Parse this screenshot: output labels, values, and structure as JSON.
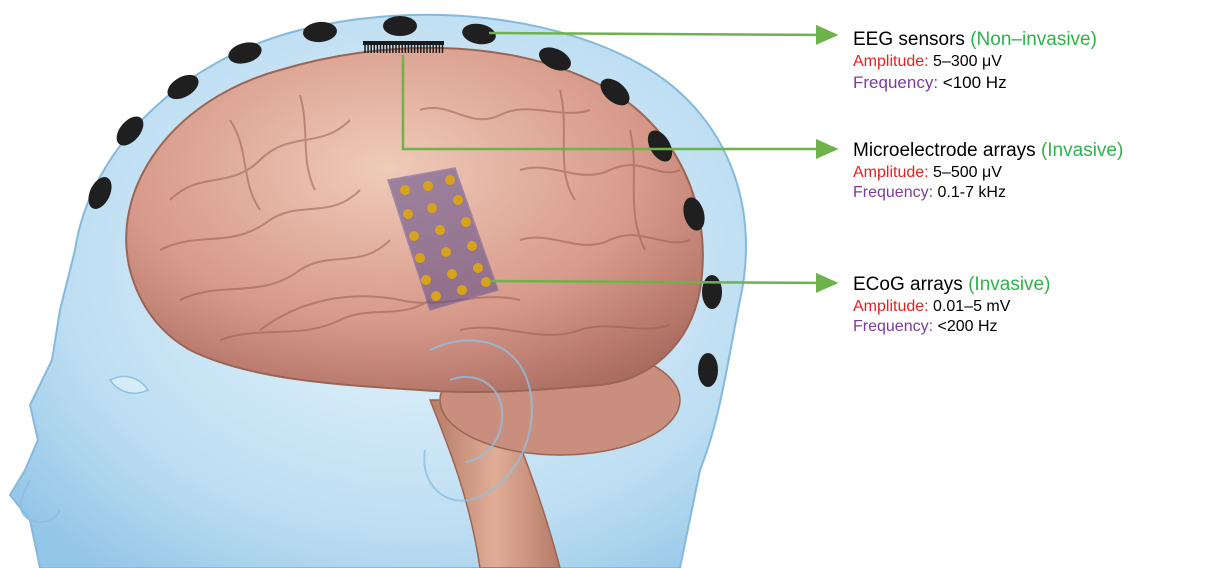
{
  "colors": {
    "invasive_tag": "#2fb34a",
    "amplitude_key": "#e8201f",
    "frequency_key": "#7a3d9b",
    "arrow": "#6db34a",
    "sensor": "#1f1f1f",
    "electrode": "#d8a21a"
  },
  "annotations": [
    {
      "title": "EEG sensors",
      "tag": "(Non–invasive)",
      "amplitude_key": "Amplitude:",
      "amplitude_value": "5–300 μV",
      "frequency_key": "Frequency:",
      "frequency_value": "<100 Hz"
    },
    {
      "title": "Microelectrode arrays",
      "tag": "(Invasive)",
      "amplitude_key": "Amplitude:",
      "amplitude_value": "5–500 μV",
      "frequency_key": "Frequency:",
      "frequency_value": "0.1-7 kHz"
    },
    {
      "title": "ECoG arrays",
      "tag": "(Invasive)",
      "amplitude_key": "Amplitude:",
      "amplitude_value": "0.01–5 mV",
      "frequency_key": "Frequency:",
      "frequency_value": "<200 Hz"
    }
  ]
}
